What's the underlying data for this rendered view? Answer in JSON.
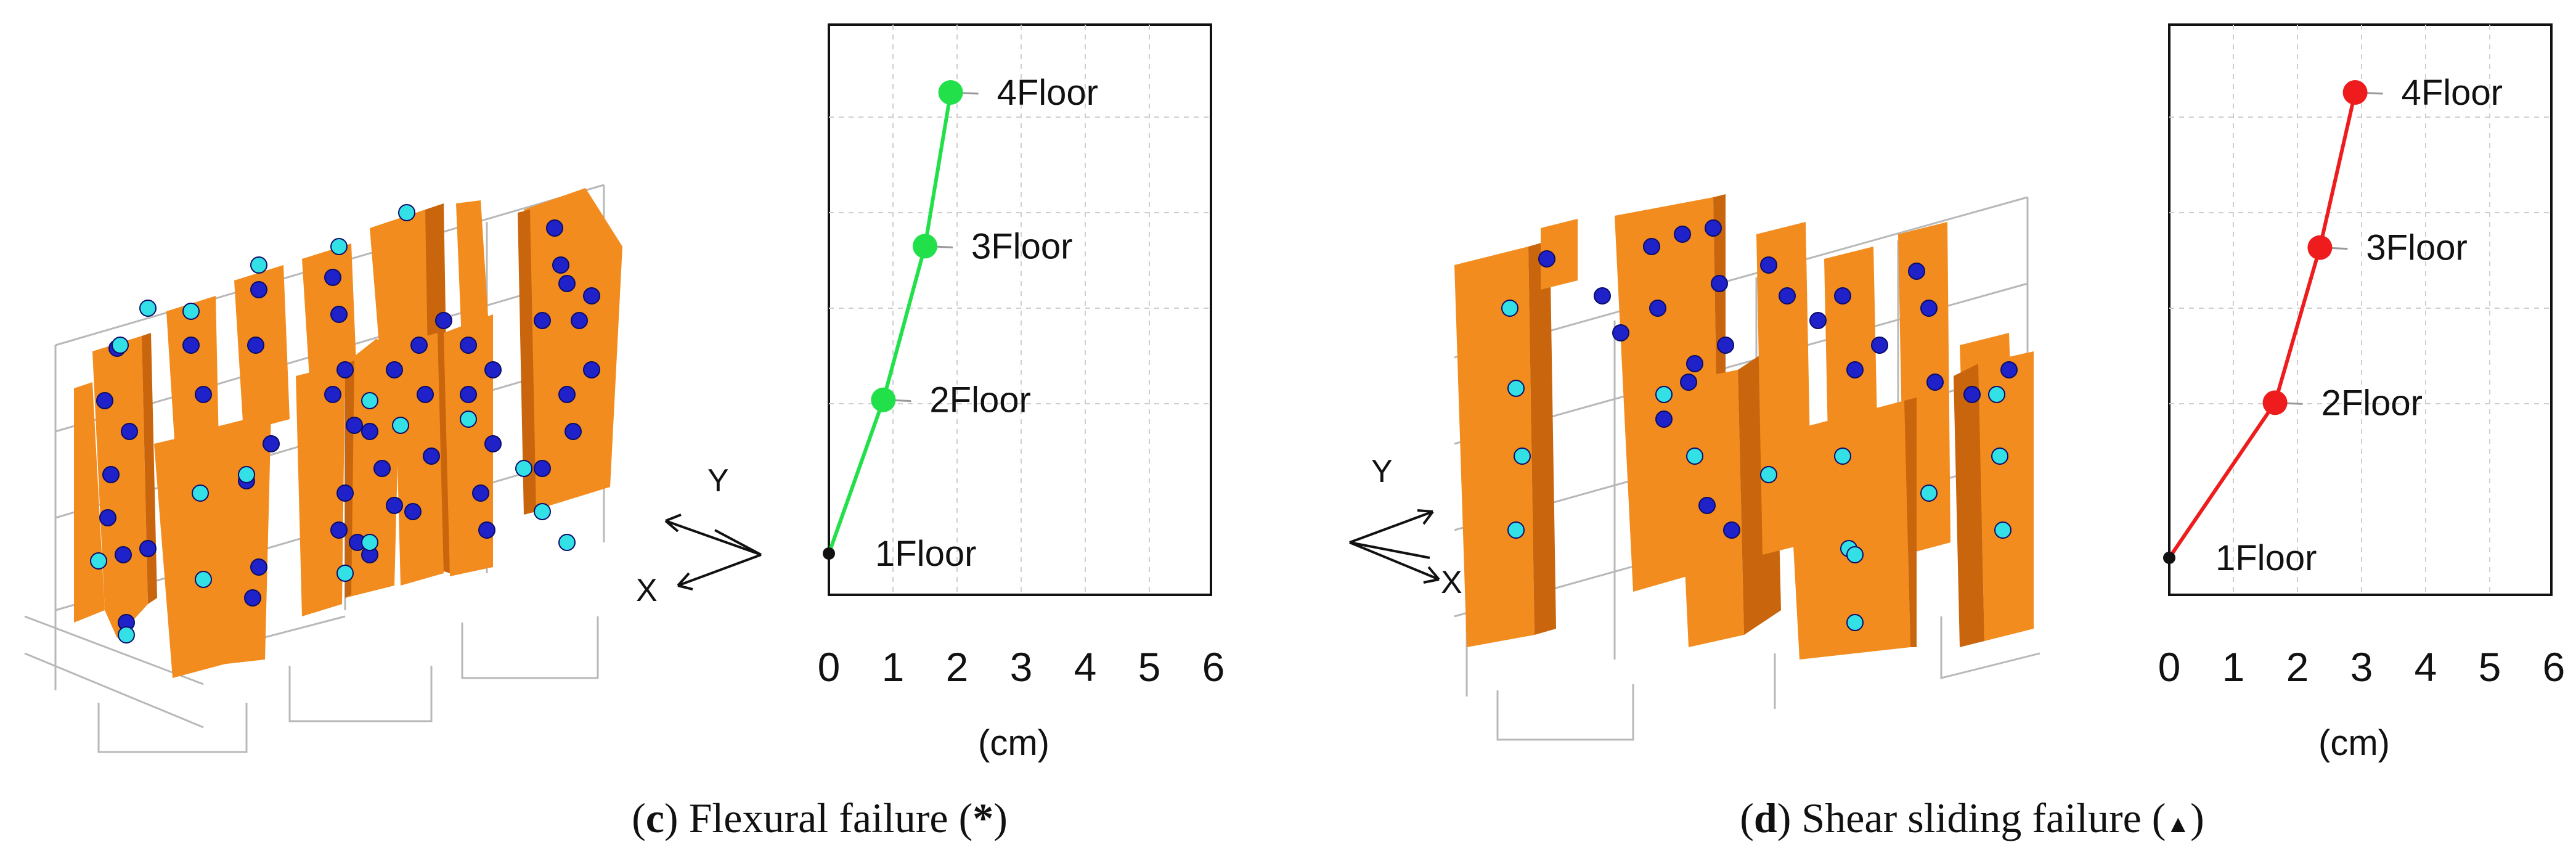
{
  "colors": {
    "wall": "#f28c1e",
    "wall_dark": "#c9650c",
    "hinge_blue": "#1f22c8",
    "hinge_cyan": "#33e0e6",
    "green": "#22e04a",
    "red": "#ee1c1c"
  },
  "panels": [
    {
      "caption_letter": "c",
      "caption_text": " Flexural failure (",
      "caption_symbol": "*",
      "caption_close": ")",
      "axis_y": "Y",
      "axis_x": "X"
    },
    {
      "caption_letter": "d",
      "caption_text": " Shear sliding failure (",
      "caption_symbol": "▲",
      "caption_close": ")",
      "axis_y": "Y",
      "axis_x": "X"
    }
  ],
  "chart_data": [
    {
      "type": "line",
      "x": [
        0,
        0.85,
        1.5,
        1.9
      ],
      "y": [
        1,
        2,
        3,
        4
      ],
      "point_labels": [
        "1Floor",
        "2Floor",
        "3Floor",
        "4Floor"
      ],
      "xticks": [
        "0",
        "1",
        "2",
        "3",
        "4",
        "5",
        "6"
      ],
      "xlim": [
        0,
        6
      ],
      "ylim": [
        1,
        4
      ],
      "xlabel": "(cm)",
      "grid": true,
      "color": "#22e04a"
    },
    {
      "type": "line",
      "x": [
        0,
        1.65,
        2.35,
        2.9
      ],
      "y": [
        1,
        2,
        3,
        4
      ],
      "point_labels": [
        "1Floor",
        "2Floor",
        "3Floor",
        "4Floor"
      ],
      "xticks": [
        "0",
        "1",
        "2",
        "3",
        "4",
        "5",
        "6"
      ],
      "xlim": [
        0,
        6
      ],
      "ylim": [
        1,
        4
      ],
      "xlabel": "(cm)",
      "grid": true,
      "color": "#ee1c1c"
    }
  ]
}
